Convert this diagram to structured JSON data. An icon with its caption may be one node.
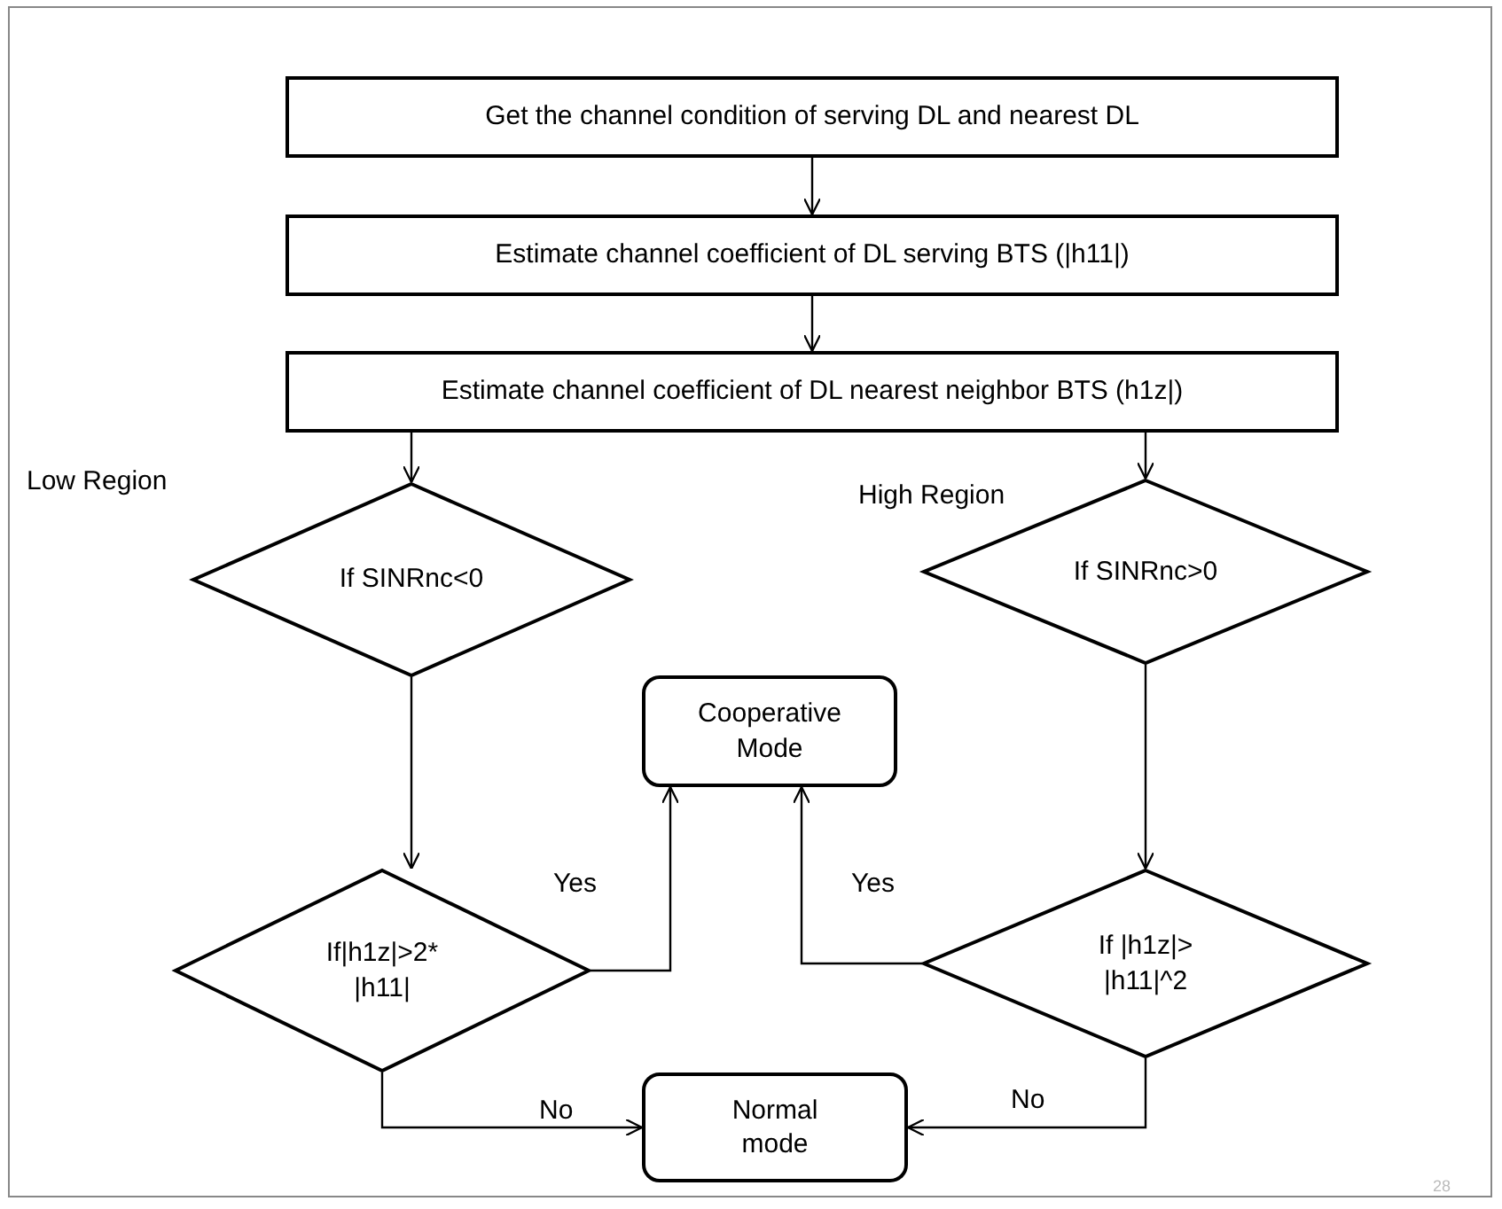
{
  "diagram": {
    "nodes": [
      {
        "text": [
          "Get the channel condition of serving DL and nearest DL"
        ]
      },
      {
        "text": [
          "Estimate channel coefficient of DL serving BTS (|h11|)"
        ]
      },
      {
        "text": [
          "Estimate channel coefficient of DL nearest neighbor BTS (h1z|)"
        ]
      },
      {
        "text": [
          "If SINRnc<0"
        ]
      },
      {
        "text": [
          "If SINRnc>0"
        ]
      },
      {
        "text": [
          "Cooperative Mode"
        ]
      },
      {
        "text": [
          "If|h1z|>2* |h11|"
        ]
      },
      {
        "text": [
          "If |h1z|> |h11|^2"
        ]
      },
      {
        "text": [
          "Normal mode"
        ]
      }
    ],
    "edges": [
      {
        "from": 0,
        "to": 1,
        "arrow": "to"
      },
      {
        "from": 1,
        "to": 2,
        "arrow": "to"
      },
      {
        "from": 2,
        "to": 3,
        "arrow": "to"
      },
      {
        "from": 2,
        "to": 4,
        "arrow": "to"
      },
      {
        "from": 3,
        "to": 6,
        "arrow": "to"
      },
      {
        "from": 4,
        "to": 7,
        "arrow": "to"
      },
      {
        "from": 6,
        "to": 5,
        "arrow": "to",
        "label": "Yes"
      },
      {
        "from": 7,
        "to": 5,
        "arrow": "to",
        "label": "Yes"
      },
      {
        "from": 6,
        "to": 8,
        "arrow": "to",
        "label": "No"
      },
      {
        "from": 7,
        "to": 8,
        "arrow": "to",
        "label": "No"
      }
    ],
    "labels": [
      "Low Region",
      "High Region",
      "28"
    ]
  }
}
